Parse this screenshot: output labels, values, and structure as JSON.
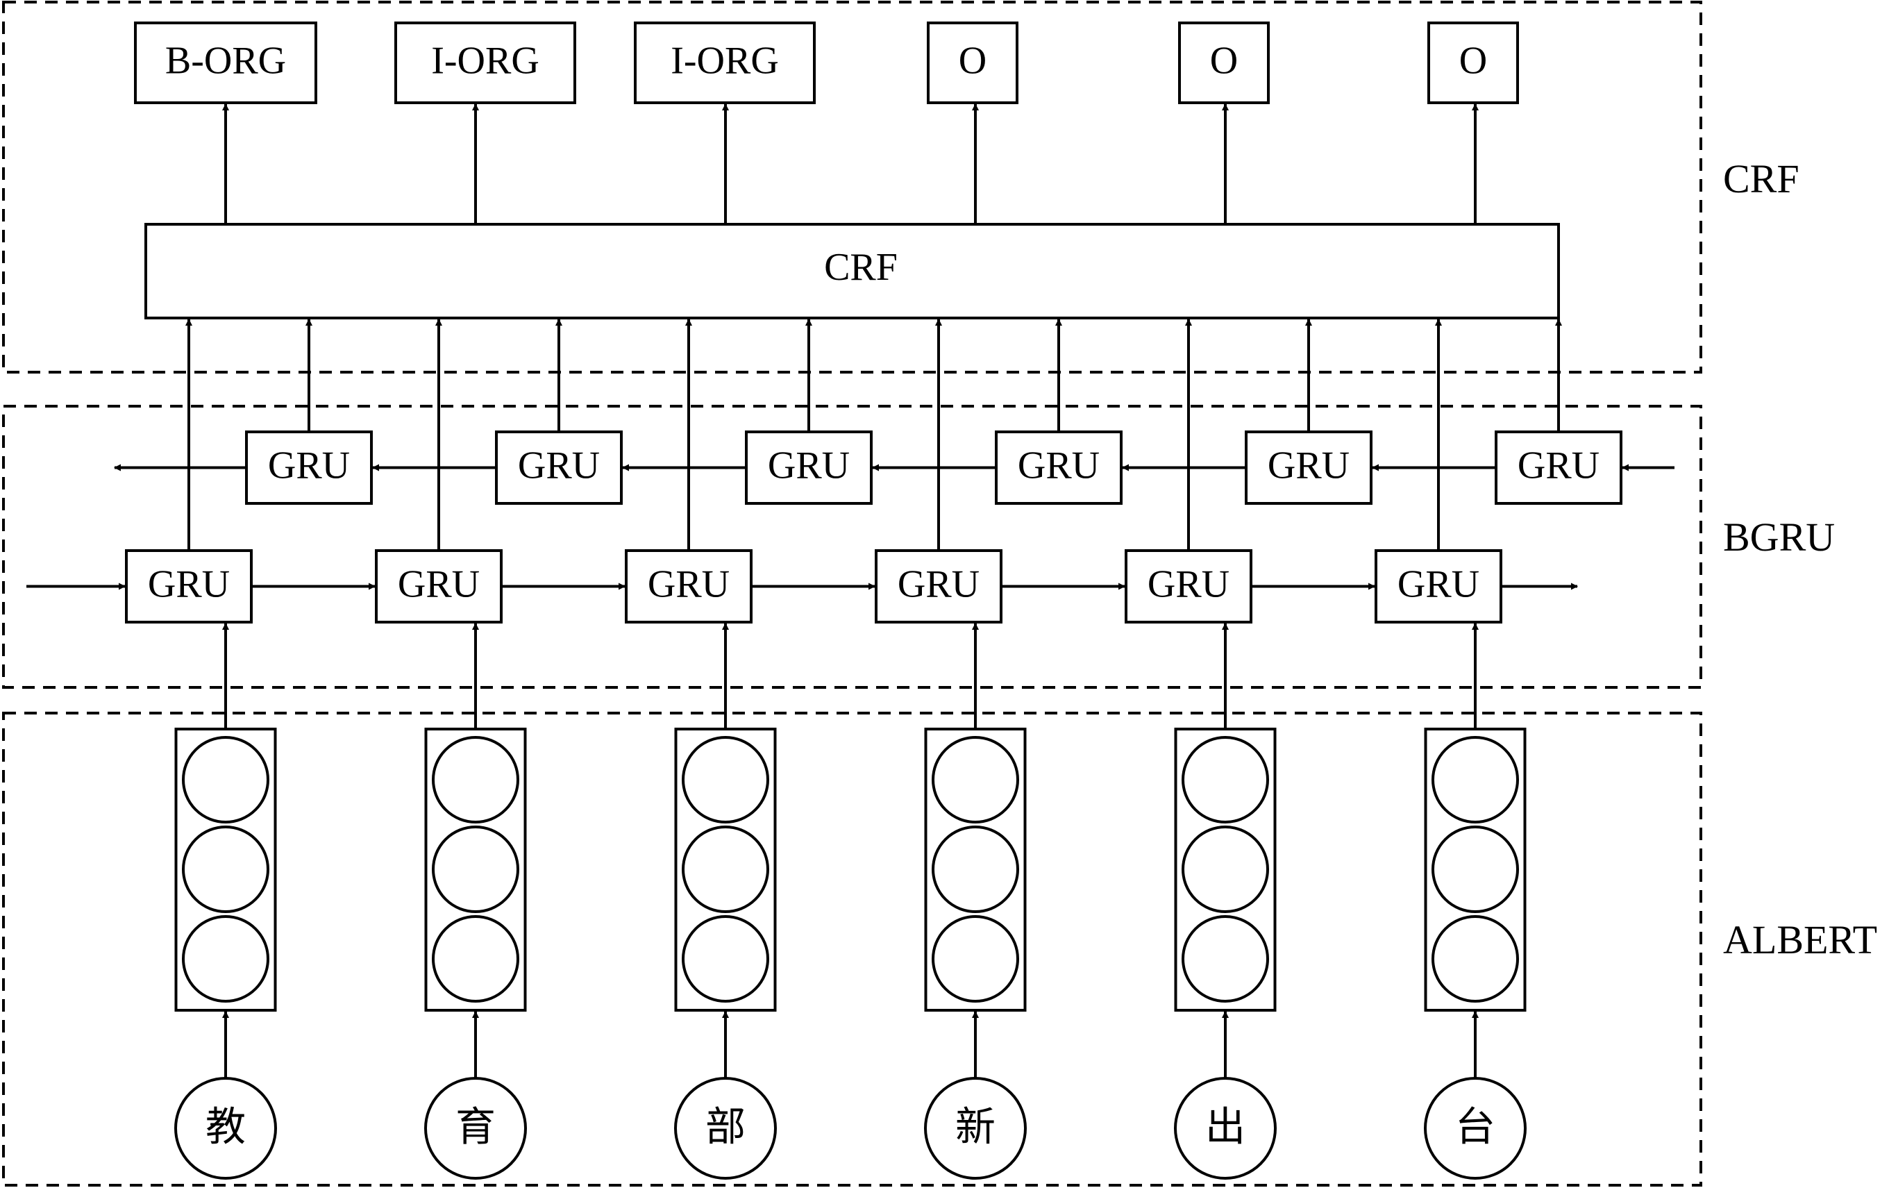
{
  "sections": {
    "crf": "CRF",
    "bgru": "BGRU",
    "albert": "ALBERT"
  },
  "crf_box_label": "CRF",
  "output_tags": [
    "B-ORG",
    "I-ORG",
    "I-ORG",
    "O",
    "O",
    "O"
  ],
  "gru_label": "GRU",
  "tokens": [
    "教",
    "育",
    "部",
    "新",
    "出",
    "台"
  ],
  "colors": {
    "stroke": "#000000",
    "background": "#ffffff"
  }
}
